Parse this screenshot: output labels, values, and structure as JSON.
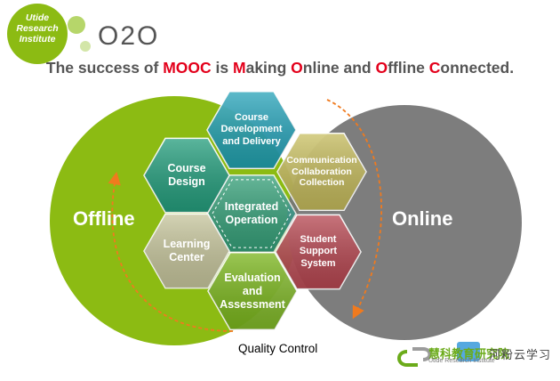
{
  "logo": {
    "text": "Utide Research Institute"
  },
  "title": "O2O",
  "subtitle": {
    "parts": [
      {
        "text": "The success of ",
        "highlight": false
      },
      {
        "text": "MOOC",
        "highlight": true
      },
      {
        "text": " is ",
        "highlight": false
      },
      {
        "text": "M",
        "highlight": true
      },
      {
        "text": "aking ",
        "highlight": false
      },
      {
        "text": "O",
        "highlight": true
      },
      {
        "text": "nline and ",
        "highlight": false
      },
      {
        "text": "O",
        "highlight": true
      },
      {
        "text": "ffline ",
        "highlight": false
      },
      {
        "text": "C",
        "highlight": true
      },
      {
        "text": "onnected.",
        "highlight": false
      }
    ]
  },
  "circles": {
    "offline": {
      "label": "Offline",
      "color": "#8cbb13"
    },
    "online": {
      "label": "Online",
      "color": "#767676"
    }
  },
  "hexagons": [
    {
      "id": "course-development",
      "label": "Course Development and Delivery",
      "color": "#1c9fb6"
    },
    {
      "id": "course-design",
      "label": "Course Design",
      "color": "#1f9c82"
    },
    {
      "id": "communication",
      "label": "Communication Collaboration Collection",
      "color": "#c7bd5a"
    },
    {
      "id": "integrated-operation",
      "label": "Integrated Operation",
      "color": "#269b8a"
    },
    {
      "id": "learning-center",
      "label": "Learning Center",
      "color": "#c9c5a3"
    },
    {
      "id": "student-support",
      "label": "Student Support System",
      "color": "#b8444e"
    },
    {
      "id": "evaluation",
      "label": "Evaluation and Assessment",
      "color": "#7ab51d"
    }
  ],
  "quality_control": "Quality Control",
  "brand": {
    "cn": "慧科教育研究院",
    "en": "Utide Research Institute"
  },
  "watermark": "河粉云学习",
  "colors": {
    "accent_red": "#e3001b",
    "cycle_arrow": "#f07a1e",
    "logo_green": "#8cbb13"
  }
}
